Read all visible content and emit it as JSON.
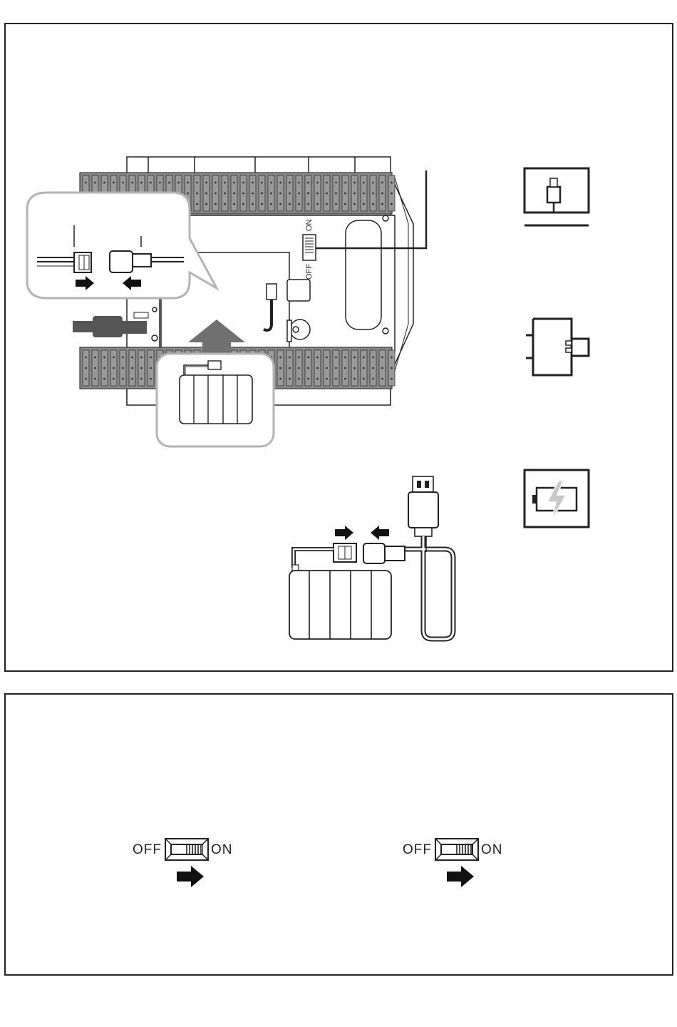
{
  "main_switch": {
    "on_label": "ON",
    "off_label": "OFF"
  },
  "switch_steps": [
    {
      "off_label": "OFF",
      "on_label": "ON"
    },
    {
      "off_label": "OFF",
      "on_label": "ON"
    }
  ],
  "icons": [
    "connect-to-charger-icon",
    "plug-in-icon",
    "charging-battery-icon"
  ],
  "colors": {
    "line": "#222222",
    "track": "#808080",
    "callout": "#b4b4b4",
    "arrow_up": "#707070"
  }
}
